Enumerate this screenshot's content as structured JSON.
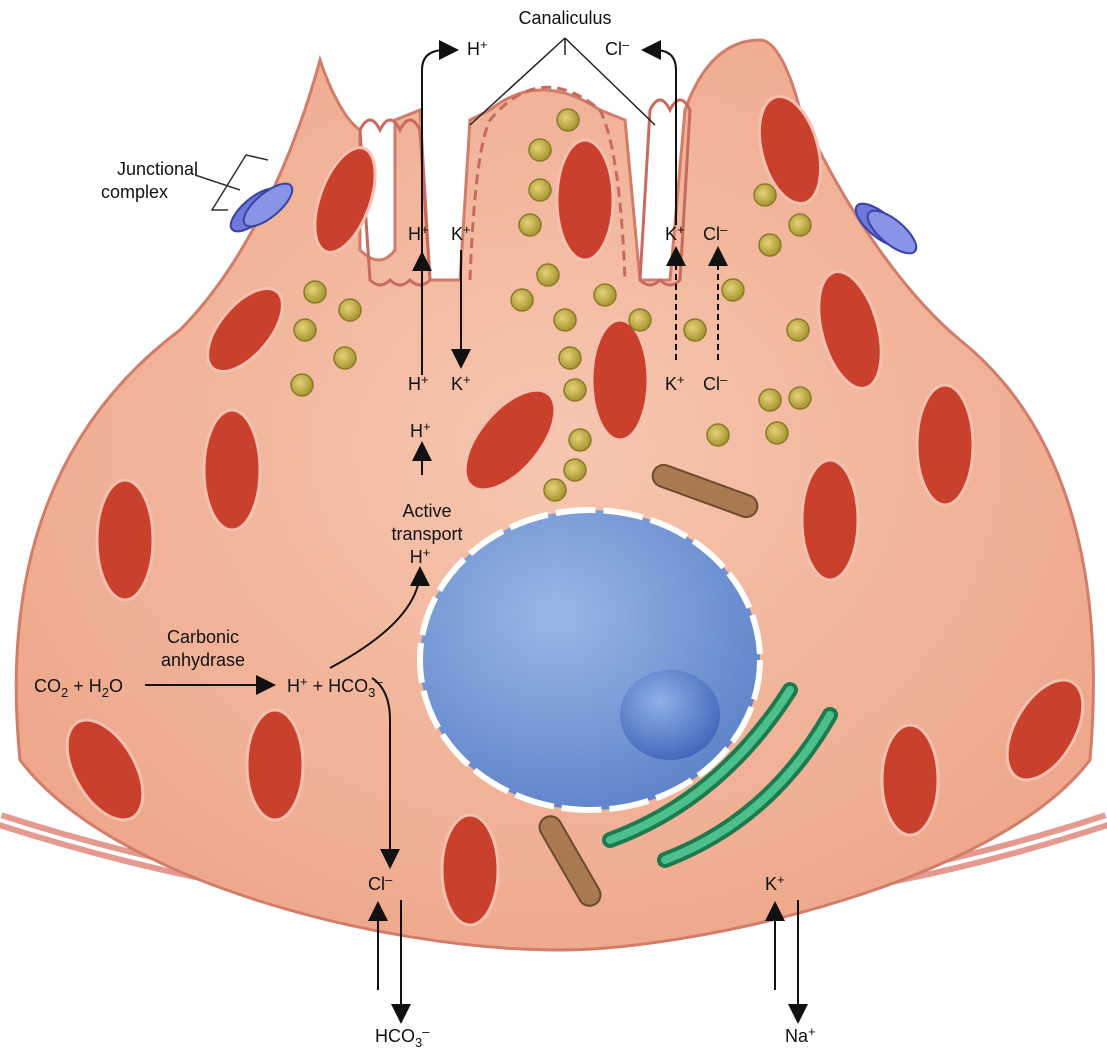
{
  "labels": {
    "canaliculus": "Canaliculus",
    "junctional_1": "Junctional",
    "junctional_2": "complex",
    "h_top": "H",
    "cl_top": "Cl",
    "h_apical": "H",
    "k_apical": "K",
    "k_apical_right": "K",
    "cl_apical_right": "Cl",
    "h_inner": "H",
    "k_inner": "K",
    "k_inner_right": "K",
    "cl_inner_right": "Cl",
    "h_mid": "H",
    "active_1": "Active",
    "active_2": "transport",
    "active_3": "H",
    "carbonic_1": "Carbonic",
    "carbonic_2": "anhydrase",
    "co2": "CO",
    "co2_sub": "2",
    "plus1": " + H",
    "h2o_sub": "2",
    "h2o_o": "O",
    "reaction_h": "H",
    "reaction_plus": " + HCO",
    "hco3_sub": "3",
    "cl_basal": "Cl",
    "hco3_bottom": "HCO",
    "hco3_bottom_sub": "3",
    "k_basal": "K",
    "na_bottom": "Na"
  },
  "charges": {
    "plus": "+",
    "minus": "–"
  },
  "colors": {
    "cytoplasm": "#f2b79e",
    "membrane": "#d9847a",
    "nucleus": "#7ea0d8",
    "mitochondria": "#c63c2a",
    "granule": "#c9b448",
    "golgi": "#2e9a6a"
  }
}
